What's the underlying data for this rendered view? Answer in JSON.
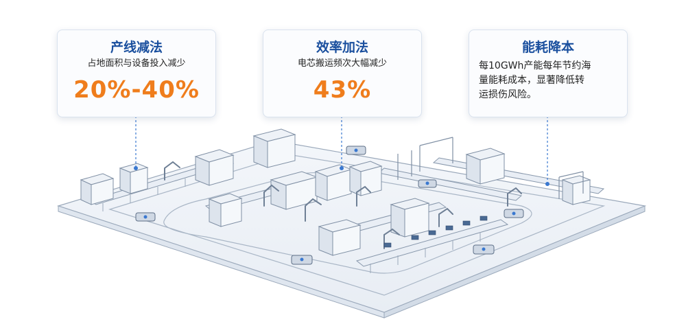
{
  "cards": [
    {
      "title": "产线减法",
      "subtitle": "占地面积与设备投入减少",
      "value": "20%-40%"
    },
    {
      "title": "效率加法",
      "subtitle": "电芯搬运频次大幅减少",
      "value": "43%"
    },
    {
      "title": "能耗降本",
      "body_lines": [
        "每10GWh产能每年节约海",
        "量能耗成本，显著降低转",
        "运损伤风险。"
      ]
    }
  ],
  "colors": {
    "title": "#1a4f9e",
    "highlight": "#ef7d1c",
    "line_art": "#8a9aae",
    "accent_blue": "#3a78d0"
  }
}
